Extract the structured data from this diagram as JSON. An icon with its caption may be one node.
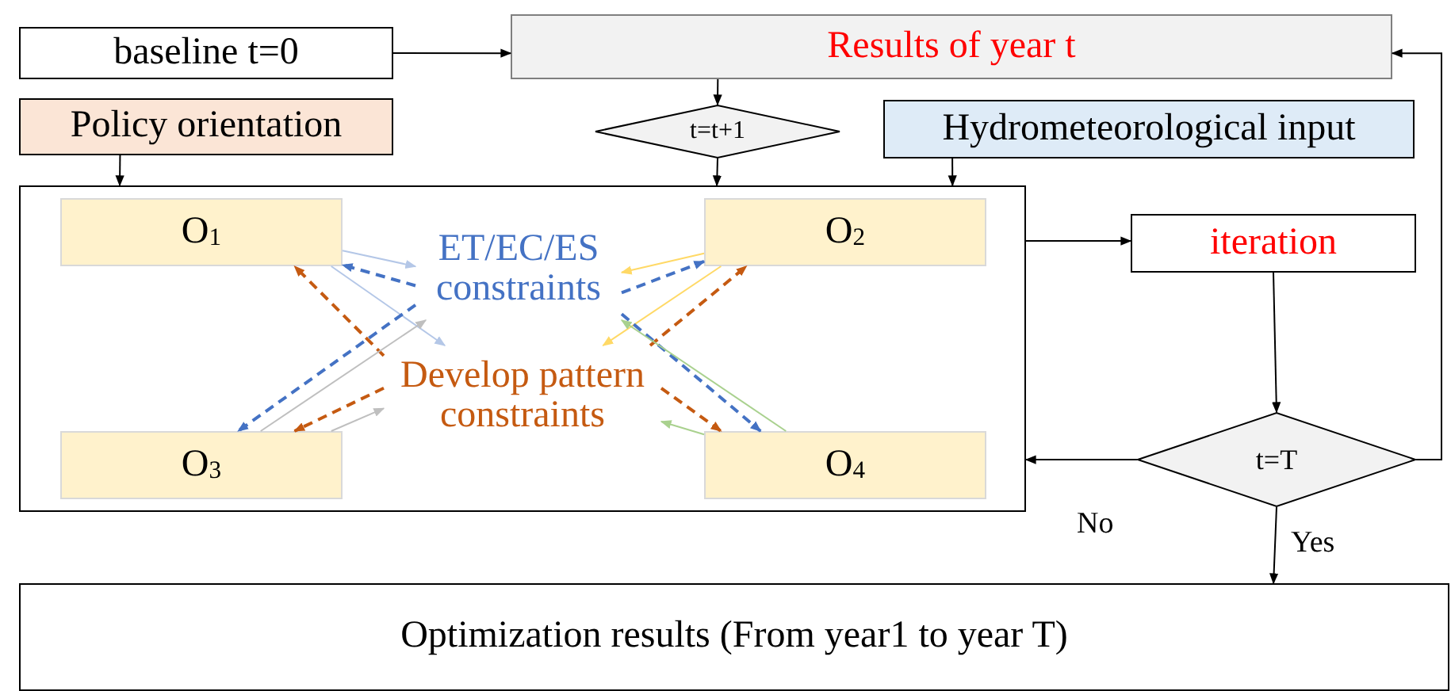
{
  "diagram": {
    "nodes": [
      {
        "text": [
          "baseline   t=0"
        ]
      },
      {
        "text": [
          "Results of  year t"
        ]
      },
      {
        "text": [
          "Policy orientation"
        ]
      },
      {
        "text": [
          "t=t+1"
        ]
      },
      {
        "text": [
          "Hydrometeorological input"
        ]
      },
      {
        "text": [],
        "shape": "box"
      },
      {
        "text": [
          "O$_{1}$"
        ],
        "in": 5
      },
      {
        "text": [
          "O$_{2}$"
        ],
        "in": 5
      },
      {
        "text": [
          "O$_{3}$"
        ],
        "in": 5
      },
      {
        "text": [
          "O$_{4}$"
        ],
        "in": 5
      },
      {
        "text": [
          "ET/EC/ES constraints"
        ],
        "in": 5
      },
      {
        "text": [
          "Develop pattern constraints"
        ],
        "in": 5
      },
      {
        "text": [
          "iteration"
        ]
      },
      {
        "text": [
          "t=T"
        ]
      },
      {
        "text": [
          "Optimization results (From year1 to year T)"
        ]
      }
    ],
    "edges": [
      {
        "from": 0,
        "to": 1,
        "arrow": "to"
      },
      {
        "from": 1,
        "to": 3,
        "arrow": "to"
      },
      {
        "from": 2,
        "to": 5,
        "arrow": "to"
      },
      {
        "from": 3,
        "to": 5,
        "arrow": "to"
      },
      {
        "from": 4,
        "to": 5,
        "arrow": "to"
      },
      {
        "from": 5,
        "to": 12,
        "arrow": "to"
      },
      {
        "from": 12,
        "to": 13,
        "arrow": "to"
      },
      {
        "from": 13,
        "to": 5,
        "arrow": "to",
        "label": "No"
      },
      {
        "from": 13,
        "to": 14,
        "arrow": "to",
        "label": "Yes"
      },
      {
        "from": 13,
        "to": 1,
        "arrow": "to"
      },
      {
        "from": 6,
        "to": 10,
        "arrow": "to",
        "color": "#b4c7e7"
      },
      {
        "from": 6,
        "to": 11,
        "arrow": "to",
        "color": "#b4c7e7"
      },
      {
        "from": 10,
        "to": 6,
        "arrow": "to",
        "style": "dashed",
        "color": "#4472c4"
      },
      {
        "from": 11,
        "to": 6,
        "arrow": "to",
        "style": "dashed",
        "color": "#c55a11"
      },
      {
        "from": 10,
        "to": 8,
        "arrow": "to",
        "style": "dashed",
        "color": "#4472c4"
      },
      {
        "from": 8,
        "to": 10,
        "arrow": "to",
        "color": "#bfbfbf"
      },
      {
        "from": 11,
        "to": 8,
        "arrow": "to",
        "style": "dashed",
        "color": "#c55a11"
      },
      {
        "from": 8,
        "to": 11,
        "arrow": "to",
        "color": "#bfbfbf"
      },
      {
        "from": 7,
        "to": 10,
        "arrow": "to",
        "color": "#ffd966"
      },
      {
        "from": 7,
        "to": 11,
        "arrow": "to",
        "color": "#ffd966"
      },
      {
        "from": 10,
        "to": 7,
        "arrow": "to",
        "style": "dashed",
        "color": "#4472c4"
      },
      {
        "from": 11,
        "to": 7,
        "arrow": "to",
        "style": "dashed",
        "color": "#c55a11"
      },
      {
        "from": 10,
        "to": 9,
        "arrow": "to",
        "style": "dashed",
        "color": "#4472c4"
      },
      {
        "from": 11,
        "to": 9,
        "arrow": "to",
        "style": "dashed",
        "color": "#c55a11"
      },
      {
        "from": 9,
        "to": 10,
        "arrow": "to",
        "color": "#a9d18e"
      },
      {
        "from": 9,
        "to": 11,
        "arrow": "to",
        "color": "#a9d18e"
      }
    ]
  }
}
